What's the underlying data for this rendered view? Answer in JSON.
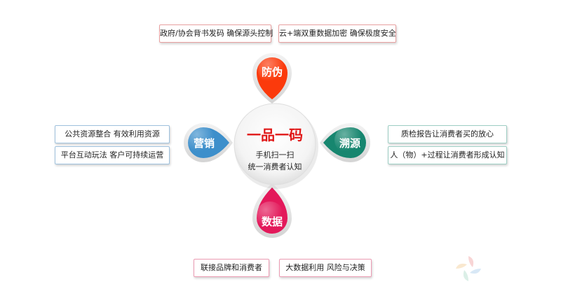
{
  "center": {
    "title": "一品一码",
    "line1": "手机扫一扫",
    "line2": "统一消费者认知"
  },
  "petals": {
    "top": {
      "label": "防伪",
      "color": "#fb3a0c"
    },
    "left": {
      "label": "营销",
      "color": "#3d8fcb"
    },
    "right": {
      "label": "溯源",
      "color": "#17866f"
    },
    "bottom": {
      "label": "数据",
      "color": "#e3185a"
    }
  },
  "tags": {
    "top": [
      "政府/协会背书发码 确保源头控制",
      "云+端双重数据加密 确保极度安全"
    ],
    "left": [
      "公共资源整合  有效利用资源",
      "平台互动玩法  客户可持续运营"
    ],
    "right": [
      "质检报告让消费者买的放心",
      "人（物）+过程让消费者形成认知"
    ],
    "bottom": [
      "联接品牌和消费者",
      "大数据利用  风险与决策"
    ]
  },
  "colors": {
    "title_red": "#e01717",
    "body_text": "#222222"
  }
}
